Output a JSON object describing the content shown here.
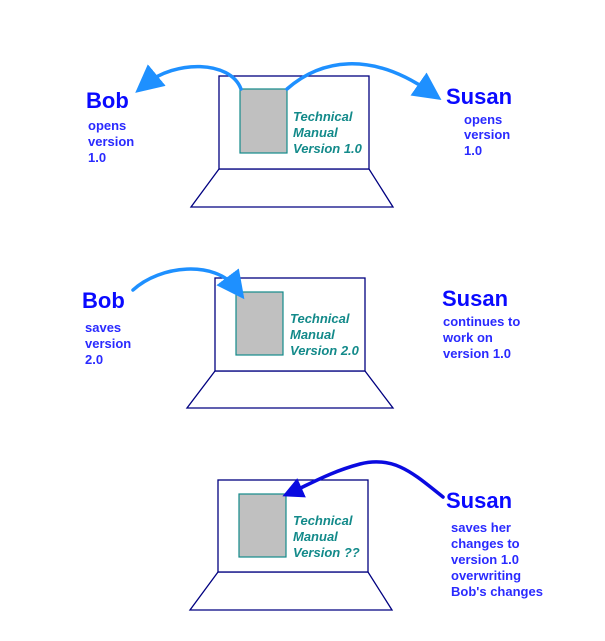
{
  "colors": {
    "name": "#0a0aff",
    "caption": "#2a2aff",
    "document": "#138a8a",
    "arrow_light": "#1e90ff",
    "arrow_dark": "#0a0ae0",
    "frame": "#000080"
  },
  "panel1": {
    "bob": {
      "name": "Bob",
      "lines": [
        "opens",
        "version",
        "1.0"
      ]
    },
    "susan": {
      "name": "Susan",
      "lines": [
        "opens",
        "version",
        "1.0"
      ]
    },
    "doc": [
      "Technical",
      "Manual",
      "Version 1.0"
    ]
  },
  "panel2": {
    "bob": {
      "name": "Bob",
      "lines": [
        "saves",
        "version",
        "2.0"
      ]
    },
    "susan": {
      "name": "Susan",
      "lines": [
        "continues to",
        "work on",
        "version 1.0"
      ]
    },
    "doc": [
      "Technical",
      "Manual",
      "Version 2.0"
    ]
  },
  "panel3": {
    "susan": {
      "name": "Susan",
      "lines": [
        "saves her",
        "changes to",
        "version 1.0",
        "overwriting",
        "Bob's changes"
      ]
    },
    "doc": [
      "Technical",
      "Manual",
      "Version ??"
    ]
  }
}
